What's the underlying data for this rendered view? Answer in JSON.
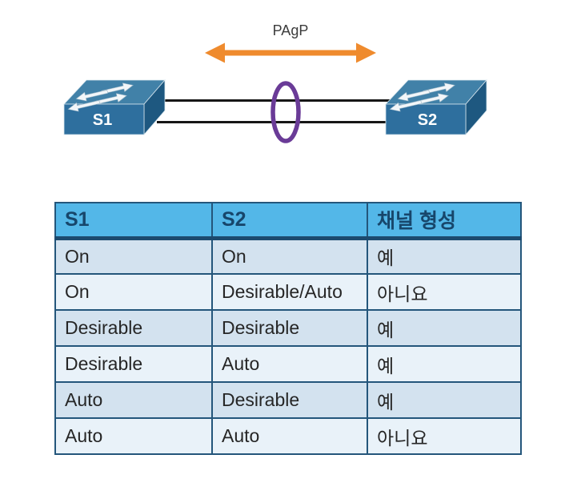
{
  "diagram": {
    "protocol_label": "PAgP",
    "switches": [
      {
        "label": "S1"
      },
      {
        "label": "S2"
      }
    ],
    "link_count": 2,
    "colors": {
      "arrow": "#EF8B2E",
      "bundle_ellipse": "#6A3B97",
      "link_line": "#161616",
      "switch_top": "#4181A8",
      "switch_front": "#2E6F9E",
      "switch_side": "#1E5880",
      "switch_label_text": "#FFFFFF"
    }
  },
  "table": {
    "headers": [
      "S1",
      "S2",
      "채널 형성"
    ],
    "rows": [
      [
        "On",
        "On",
        "예"
      ],
      [
        "On",
        "Desirable/Auto",
        "아니요"
      ],
      [
        "Desirable",
        "Desirable",
        "예"
      ],
      [
        "Desirable",
        "Auto",
        "예"
      ],
      [
        "Auto",
        "Desirable",
        "예"
      ],
      [
        "Auto",
        "Auto",
        "아니요"
      ]
    ],
    "colors": {
      "header_bg": "#53B7E8",
      "header_text": "#17466B",
      "border": "#24567B",
      "row_odd_bg": "#D3E2EF",
      "row_even_bg": "#E9F2F9",
      "cell_text": "#262626"
    }
  }
}
